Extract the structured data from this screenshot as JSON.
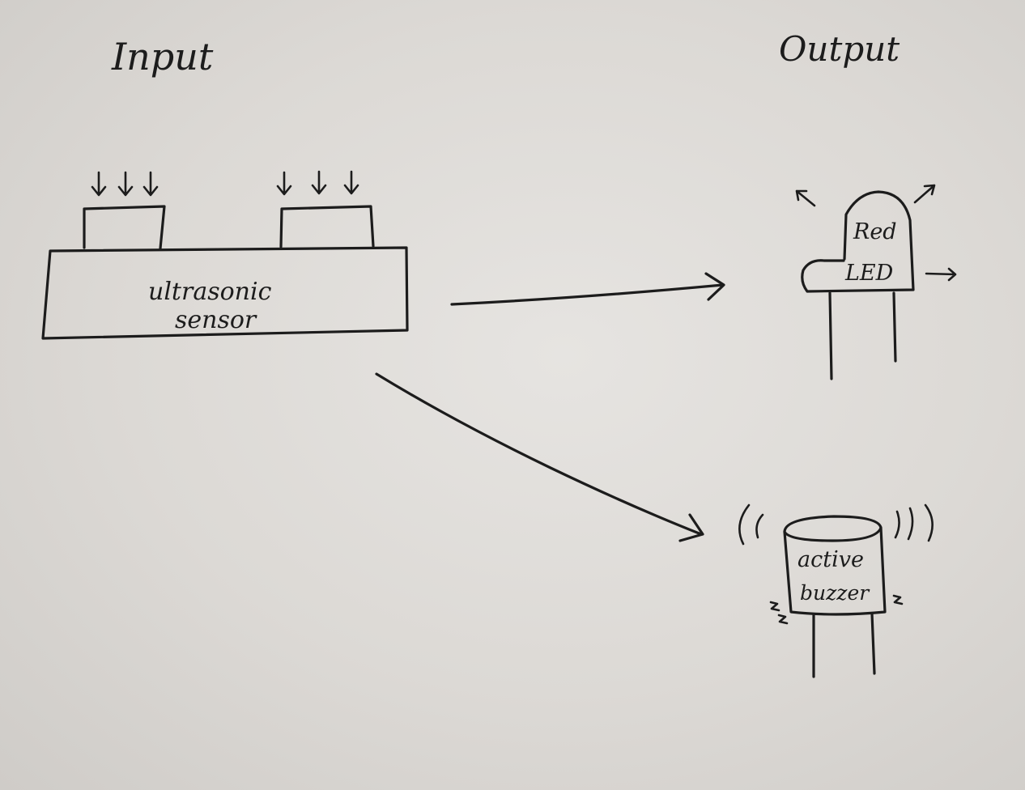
{
  "headings": {
    "input": "Input",
    "output": "Output"
  },
  "sensor": {
    "label_line1": "ultrasonic",
    "label_line2": "sensor"
  },
  "led": {
    "label_line1": "Red",
    "label_line2": "LED"
  },
  "buzzer": {
    "label_line1": "active",
    "label_line2": "buzzer"
  },
  "ink_color": "#1c1c1c",
  "paper_color": "#dedbd7"
}
